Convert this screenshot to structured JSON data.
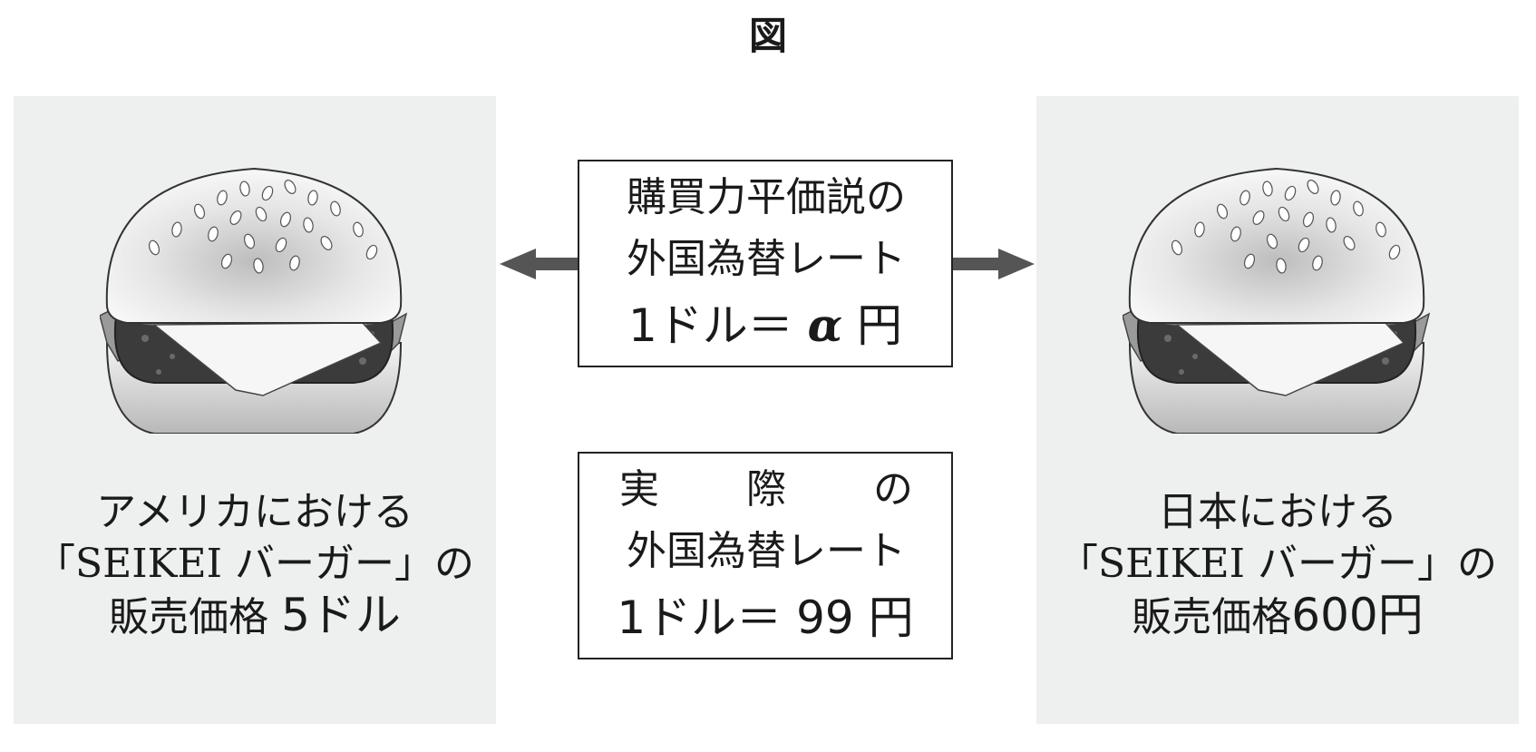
{
  "title": "図",
  "left_panel": {
    "line1": "アメリカにおける",
    "line2": "「SEIKEI バーガー」の",
    "line3_prefix": "販売価格",
    "line3_price": "5ドル"
  },
  "right_panel": {
    "line1": "日本における",
    "line2": "「SEIKEI バーガー」の",
    "line3_prefix": "販売価格",
    "line3_price": "600円"
  },
  "ppp_box": {
    "line1": "購買力平価説の",
    "line2": "外国為替レート",
    "rate_lhs": "1ドル＝",
    "rate_symbol": "α",
    "rate_unit": "円"
  },
  "actual_box": {
    "line1_chars": [
      "実",
      "際",
      "の"
    ],
    "line2": "外国為替レート",
    "rate": "1ドル＝ 99 円"
  },
  "colors": {
    "panel_bg": "#eeefef",
    "arrow": "#555555",
    "border": "#222222"
  }
}
